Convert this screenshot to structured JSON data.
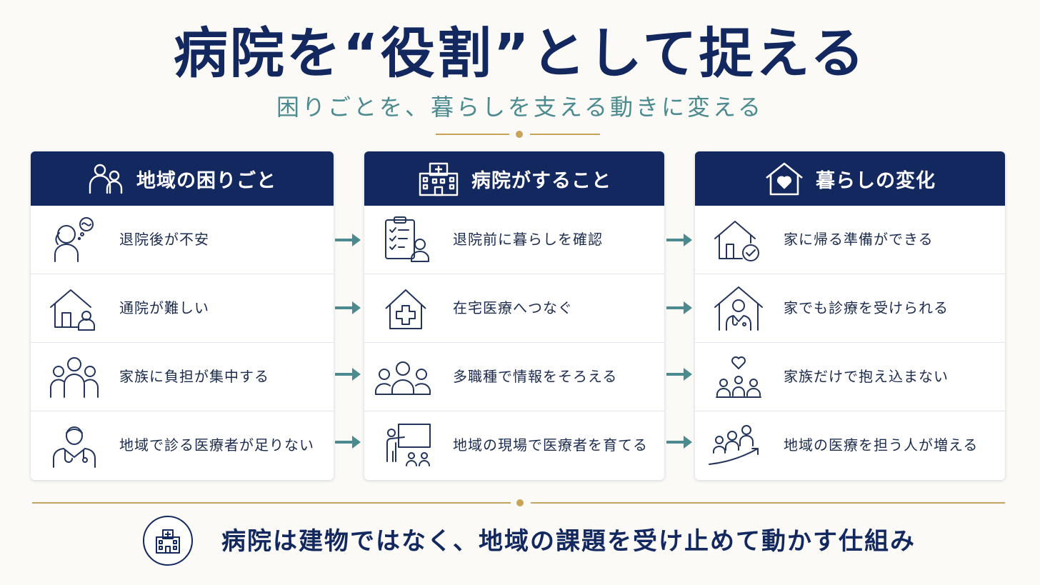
{
  "title": "病院を“役割”として捉える",
  "subtitle": "困りごとを、暮らしを支える動きに変える",
  "columns": [
    {
      "header": "地域の困りごと",
      "header_icon": "people-icon",
      "rows": [
        {
          "text": "退院後が不安",
          "icon": "worried-person-icon"
        },
        {
          "text": "通院が難しい",
          "icon": "house-person-icon"
        },
        {
          "text": "家族に負担が集中する",
          "icon": "family-icon"
        },
        {
          "text": "地域で診る医療者が足りない",
          "icon": "doctor-icon"
        }
      ]
    },
    {
      "header": "病院がすること",
      "header_icon": "hospital-icon",
      "rows": [
        {
          "text": "退院前に暮らしを確認",
          "icon": "checklist-person-icon"
        },
        {
          "text": "在宅医療へつなぐ",
          "icon": "home-medical-icon"
        },
        {
          "text": "多職種で情報をそろえる",
          "icon": "team-icon"
        },
        {
          "text": "地域の現場で医療者を育てる",
          "icon": "teaching-icon"
        }
      ]
    },
    {
      "header": "暮らしの変化",
      "header_icon": "house-heart-icon",
      "rows": [
        {
          "text": "家に帰る準備ができる",
          "icon": "house-check-icon"
        },
        {
          "text": "家でも診療を受けられる",
          "icon": "house-doctor-icon"
        },
        {
          "text": "家族だけで抱え込まない",
          "icon": "family-heart-icon"
        },
        {
          "text": "地域の医療を担う人が増える",
          "icon": "growth-people-icon"
        }
      ]
    }
  ],
  "footer": {
    "text": "病院は建物ではなく、地域の課題を受け止めて動かす仕組み",
    "icon": "building-icon"
  },
  "colors": {
    "navy": "#13285e",
    "teal": "#4b8a8e",
    "gold": "#c9a35a",
    "background": "#fbfaf7"
  }
}
